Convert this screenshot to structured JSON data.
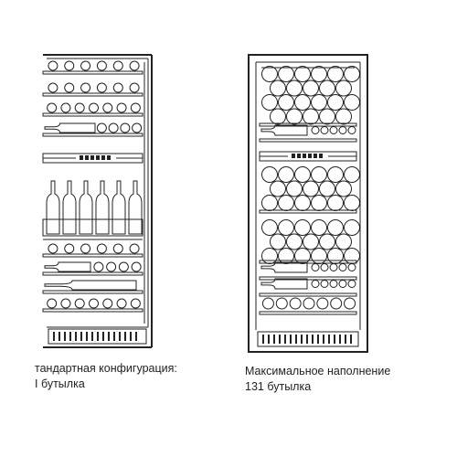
{
  "captions": {
    "left": {
      "line1": "тандартная конфигурация:",
      "line2": "I бутылка"
    },
    "right": {
      "line1": "Максимальное наполнение",
      "line2": "131 бутылка"
    }
  },
  "colors": {
    "stroke": "#222222",
    "background": "#ffffff"
  }
}
